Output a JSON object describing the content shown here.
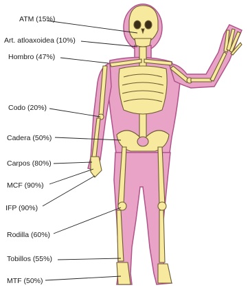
{
  "title": "",
  "colors": {
    "body_fill": "#e8a3c7",
    "body_stroke": "#b0528a",
    "bone_fill": "#f7ea9f",
    "bone_stroke": "#6b5a30",
    "leader_line": "#222222"
  },
  "labels": [
    {
      "id": "atm",
      "text": "ATM (15%)"
    },
    {
      "id": "atloaxoidea",
      "text": "Art. atloaxoidea (10%)"
    },
    {
      "id": "hombro",
      "text": "Hombro (47%)"
    },
    {
      "id": "codo",
      "text": "Codo (20%)"
    },
    {
      "id": "cadera",
      "text": "Cadera (50%)"
    },
    {
      "id": "carpos",
      "text": "Carpos (80%)"
    },
    {
      "id": "mcf",
      "text": "MCF (90%)"
    },
    {
      "id": "ifp",
      "text": "IFP (90%)"
    },
    {
      "id": "rodilla",
      "text": "Rodilla (60%)"
    },
    {
      "id": "tobillos",
      "text": "Tobillos (55%)"
    },
    {
      "id": "mtf",
      "text": "MTF (50%)"
    }
  ]
}
